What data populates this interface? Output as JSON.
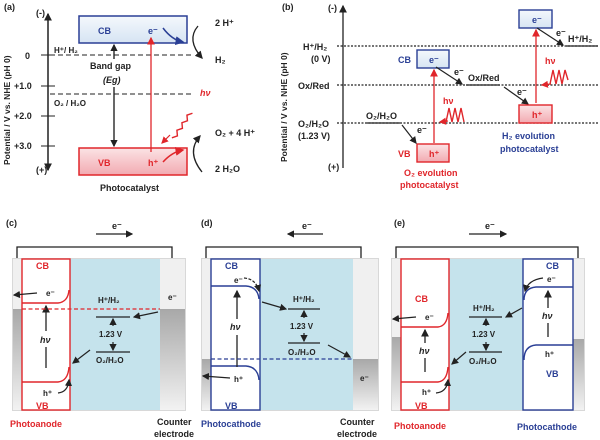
{
  "panel_a": {
    "label": "(a)",
    "axis_title": "Potential / V vs. NHE  (pH 0)",
    "axis_top": "(-)",
    "axis_bottom": "(+)",
    "ticks": [
      "0",
      "+1.0",
      "+2.0",
      "+3.0"
    ],
    "cb": "CB",
    "vb": "VB",
    "electron": "e⁻",
    "hole": "h⁺",
    "h_couple": "H⁺/ H₂",
    "o_couple": "O₂ / H₂O",
    "band_gap": "Band gap",
    "eg": "(Eɡ)",
    "hv": "hν",
    "r1_in": "2 H⁺",
    "r1_out": "H₂",
    "r2_out": "O₂ + 4 H⁺",
    "r2_in": "2 H₂O",
    "caption": "Photocatalyst"
  },
  "panel_b": {
    "label": "(b)",
    "axis_title": "Potential / V vs. NHE (pH 0)",
    "axis_top": "(-)",
    "axis_bottom": "(+)",
    "h_level_1": "H⁺/H₂",
    "h_level_2": "(0 V)",
    "redox_level": "Ox/Red",
    "o_level_1": "O₂/H₂O",
    "o_level_2": "(1.23 V)",
    "cb": "CB",
    "vb": "VB",
    "electron": "e⁻",
    "hole": "h⁺",
    "hv": "hν",
    "o2_line": "O₂/H₂O",
    "redox_line": "Ox/Red",
    "h2_line": "H⁺/H₂",
    "o2_cat_1": "O₂ evolution",
    "o2_cat_2": "photocatalyst",
    "h2_cat_1": "H₂ evolution",
    "h2_cat_2": "photocatalyst"
  },
  "panel_c": {
    "label": "(c)",
    "electron": "e⁻",
    "hole": "h⁺",
    "cb": "CB",
    "vb": "VB",
    "hv": "hν",
    "h_couple": "H⁺/H₂",
    "voltage": "1.23 V",
    "o_couple": "O₂/H₂O",
    "left_caption": "Photoanode",
    "right_caption_1": "Counter",
    "right_caption_2": "electrode"
  },
  "panel_d": {
    "label": "(d)",
    "electron": "e⁻",
    "hole": "h⁺",
    "cb": "CB",
    "vb": "VB",
    "hv": "hν",
    "h_couple": "H⁺/H₂",
    "voltage": "1.23 V",
    "o_couple": "O₂/H₂O",
    "left_caption": "Photocathode",
    "right_caption_1": "Counter",
    "right_caption_2": "electrode"
  },
  "panel_e": {
    "label": "(e)",
    "electron": "e⁻",
    "hole": "h⁺",
    "cb": "CB",
    "vb": "VB",
    "hv": "hν",
    "h_couple": "H⁺/H₂",
    "voltage": "1.23 V",
    "o_couple": "O₂/H₂O",
    "left_caption": "Photoanode",
    "right_caption": "Photocathode"
  },
  "colors": {
    "red": "#e0262b",
    "blue": "#2a3f95",
    "electrolyte": "#c5e3ec",
    "cb_fill": "#e8f0f8",
    "vb_fill": "#f6c8cc"
  }
}
